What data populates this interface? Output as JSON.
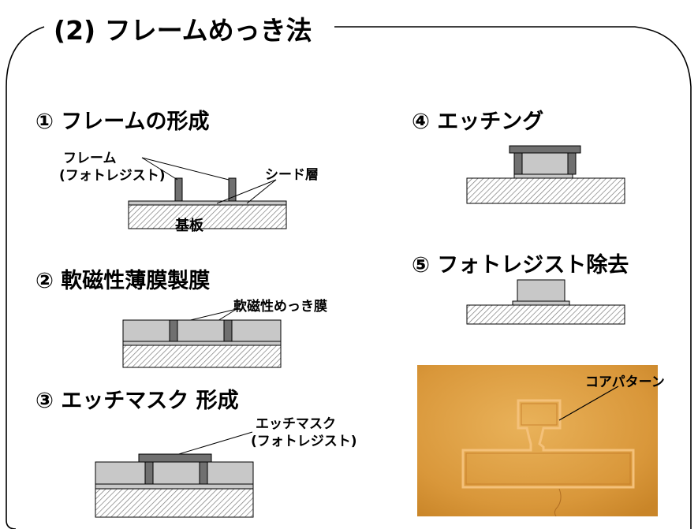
{
  "title": "(2) フレームめっき法",
  "steps": [
    {
      "label": "① フレームの形成"
    },
    {
      "label": "② 軟磁性薄膜製膜"
    },
    {
      "label": "③ エッチマスク 形成"
    },
    {
      "label": "④ エッチング"
    },
    {
      "label": "⑤ フォトレジスト除去"
    }
  ],
  "labels": {
    "frame_line1": "フレーム",
    "frame_line2": "(フォトレジスト)",
    "seed": "シード層",
    "substrate": "基板",
    "plated": "軟磁性めっき膜",
    "mask_line1": "エッチマスク",
    "mask_line2": "(フォトレジスト)",
    "core": "コアパターン"
  },
  "colors": {
    "border": "#000000",
    "film": "#c8c8c8",
    "resist": "#707070",
    "photo_bg": "#e3a646",
    "photo_line": "#f7d08a"
  }
}
